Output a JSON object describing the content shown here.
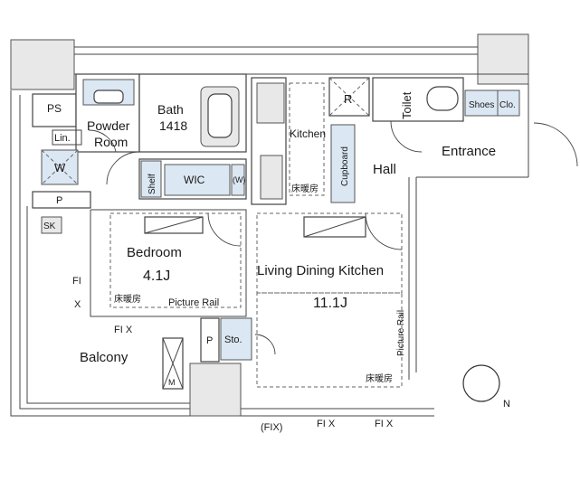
{
  "rooms": {
    "ps": "PS",
    "powder_room_1": "Powder",
    "powder_room_2": "Room",
    "bath_1": "Bath",
    "bath_2": "1418",
    "linen": "Lin.",
    "washer": "W",
    "kitchen": "Kitchen",
    "kitchen_floor_heating": "床暖房",
    "fridge": "R",
    "toilet": "Toilet",
    "shoes": "Shoes",
    "closet": "Clo.",
    "entrance": "Entrance",
    "hall": "Hall",
    "cupboard": "Cupboard",
    "shelf": "Shelf",
    "wic": "WIC",
    "wic_washer": "(W)",
    "pipe_space_1": "P",
    "pipe_space_2": "P",
    "sk": "SK",
    "bedroom": "Bedroom",
    "bedroom_size": "4.1J",
    "bedroom_floor_heating": "床暖房",
    "bedroom_picture_rail": "Picture Rail",
    "ldk": "Living Dining Kitchen",
    "ldk_size": "11.1J",
    "ldk_floor_heating": "床暖房",
    "ldk_picture_rail": "Picture Rail",
    "storage": "Sto.",
    "balcony": "Balcony",
    "ac_unit": "M",
    "fix_bedroom_side_1": "FI",
    "fix_bedroom_side_2": "X",
    "fix_bedroom_bottom": "FI X",
    "fix_bottom_paren": "(FIX)",
    "fix_bottom_1": "FI X",
    "fix_bottom_2": "FI X",
    "compass_n": "N"
  },
  "colors": {
    "wall": "#444444",
    "fixture_fill": "#dbe7f3",
    "gray_fill": "#e8e8e8"
  }
}
